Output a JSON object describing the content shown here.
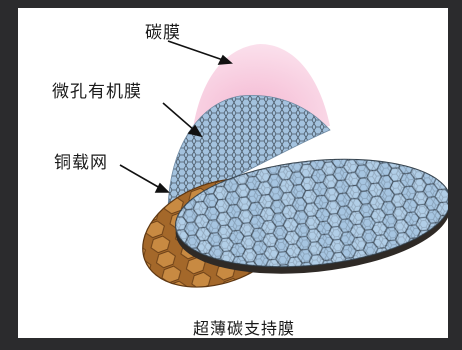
{
  "labels": {
    "carbon_film": "碳膜",
    "holey_organic_film": "微孔有机膜",
    "copper_grid": "铜载网",
    "caption": "超薄碳支持膜"
  },
  "colors": {
    "background": "#2b2b2d",
    "card": "#ffffff",
    "carbon_film": "#f7c6dc",
    "holey_film": "#a8c7e3",
    "copper_grid": "#a4682a",
    "mesh_edge": "#2e3a44"
  },
  "icons": [
    "arrow-icon"
  ]
}
